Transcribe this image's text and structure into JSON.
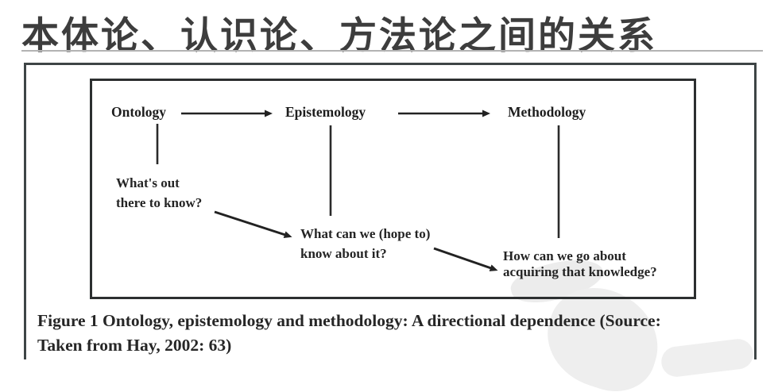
{
  "title": "本体论、认识论、方法论之间的关系",
  "figure": {
    "nodes": [
      {
        "id": "ontology",
        "label": "Ontology"
      },
      {
        "id": "epistemology",
        "label": "Epistemology"
      },
      {
        "id": "methodology",
        "label": "Methodology"
      }
    ],
    "flow": [
      "Ontology -> Epistemology",
      "Epistemology -> Methodology"
    ],
    "questions": [
      {
        "under": "ontology",
        "line1": "What's out",
        "line2": "there to know?"
      },
      {
        "under": "epistemology",
        "line1": "What can we (hope to)",
        "line2": "know about it?"
      },
      {
        "under": "methodology",
        "line1": "How can we go about",
        "line2": "acquiring that knowledge?"
      }
    ],
    "caption": {
      "line1": "Figure 1 Ontology, epistemology and methodology: A directional dependence (Source:",
      "line2": "Taken from Hay, 2002: 63)"
    }
  },
  "colors": {
    "title_text": "#3d3d3d",
    "title_underline": "#b3b3b3",
    "panel_border": "#3e4546",
    "diagram_border": "#2c2f30",
    "ink": "#222222",
    "watermark": "#ececec",
    "background": "#ffffff"
  }
}
